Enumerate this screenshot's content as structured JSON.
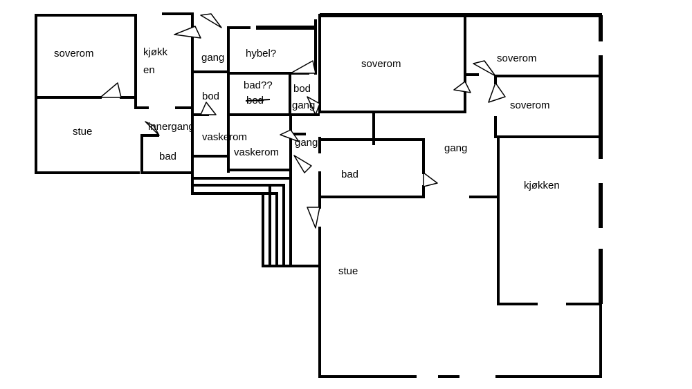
{
  "plan": {
    "rooms": {
      "soverom_1": "soverom",
      "kjokken_1a": "kjøkk",
      "kjokken_1b": "en",
      "gang_1": "gang",
      "hybel": "hybel?",
      "soverom_2": "soverom",
      "soverom_3": "soverom",
      "soverom_4": "soverom",
      "stue_1": "stue",
      "bod_1": "bod",
      "bad_q": "bad??",
      "bod_struck": "bod",
      "bod_2": "bod",
      "gang_2": "gang",
      "innergang": "innergang",
      "vaskerom_1": "vaskerom",
      "vaskerom_2": "vaskerom",
      "gang_3": "gang",
      "bad_1": "bad",
      "bad_2": "bad",
      "gang_4": "gang",
      "kjokken_2": "kjøkken",
      "stue_2": "stue"
    }
  }
}
